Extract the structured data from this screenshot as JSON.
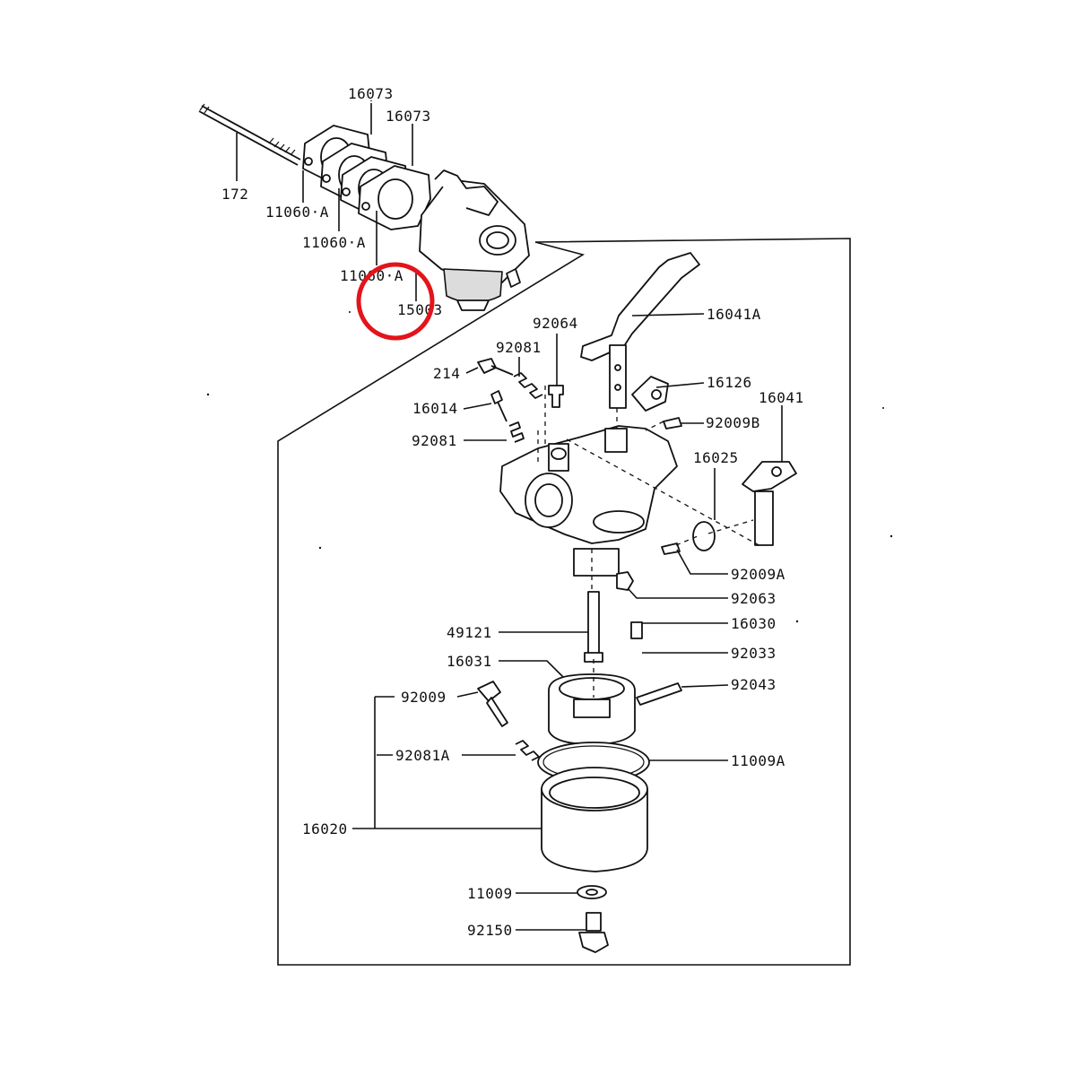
{
  "labels": {
    "stud_172": "172",
    "gasket_16073_a": "16073",
    "gasket_16073_b": "16073",
    "gasket_11060a_1": "11060·A",
    "gasket_11060a_2": "11060·A",
    "gasket_11060a_3": "11060·A",
    "carb_assy_15003": "15003",
    "lever_16041a": "16041A",
    "screw_92064": "92064",
    "spring_92081_top": "92081",
    "screw_214": "214",
    "plate_16126": "16126",
    "screw_92009b": "92009B",
    "lever_16041": "16041",
    "screw_16014": "16014",
    "spring_92081_mid": "92081",
    "shaft_16025": "16025",
    "screw_92009a": "92009A",
    "nut_92063": "92063",
    "jet_16030": "16030",
    "clip_92033": "92033",
    "nozzle_49121": "49121",
    "float_16031": "16031",
    "pin_92043": "92043",
    "screw_92009": "92009",
    "gasket_11009a": "11009A",
    "spring_92081a": "92081A",
    "bowl_16020": "16020",
    "washer_11009": "11009",
    "bolt_92150": "92150"
  },
  "highlight": {
    "color": "#e3141b",
    "target": "carb_assy_15003"
  },
  "colors": {
    "line": "#111111",
    "background": "#ffffff",
    "highlight": "#e3141b"
  }
}
